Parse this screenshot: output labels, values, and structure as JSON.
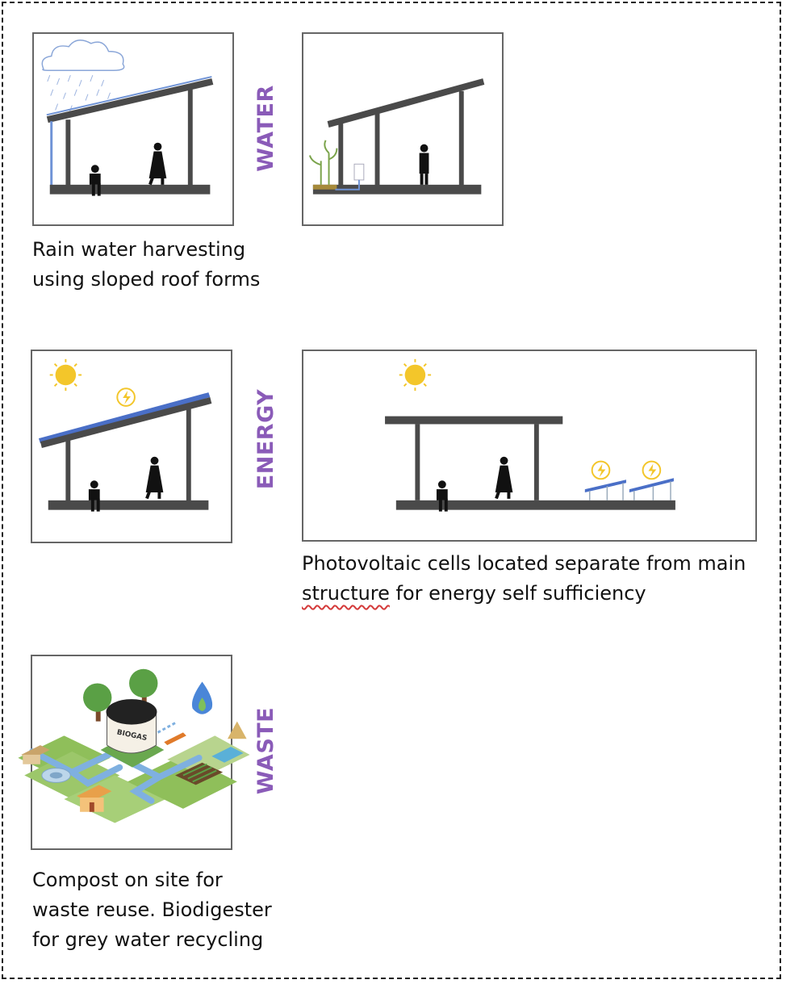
{
  "sections": {
    "water": {
      "label": "WATER",
      "caption_lines": [
        "Rain water harvesting",
        "using sloped roof forms"
      ]
    },
    "energy": {
      "label": "ENERGY",
      "caption_line1": "Photovoltaic cells located separate from main",
      "caption_line2_underlined": "structure",
      "caption_line2_rest": " for energy self sufficiency"
    },
    "waste": {
      "label": "WASTE",
      "caption_lines": [
        "Compost on site for",
        "waste reuse. Biodigester",
        "for grey water recycling"
      ],
      "tank_label": "BIOGAS"
    }
  },
  "colors": {
    "label_purple": "#8a5bb8",
    "structure_gray": "#4a4a4a",
    "sun_yellow": "#f3c62a",
    "panel_blue": "#4a6fc7",
    "water_blue": "#6f93d6",
    "pipe_blue": "#7fb0e0",
    "grass_green": "#6aa84f"
  },
  "icons": [
    "cloud-icon",
    "sun-icon",
    "lightning-icon",
    "person-icon",
    "biogas-tank-icon",
    "water-drop-icon"
  ]
}
